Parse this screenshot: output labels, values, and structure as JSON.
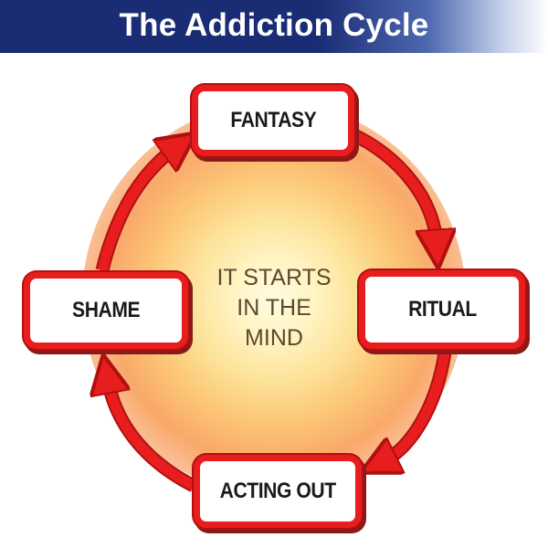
{
  "header": {
    "title": "The Addiction Cycle"
  },
  "cycle": {
    "stages": [
      {
        "id": "fantasy",
        "label": "FANTASY"
      },
      {
        "id": "ritual",
        "label": "RITUAL"
      },
      {
        "id": "acting-out",
        "label": "ACTING OUT"
      },
      {
        "id": "shame",
        "label": "SHAME"
      }
    ],
    "center_lines": [
      "IT STARTS",
      "IN THE",
      "MIND"
    ]
  },
  "colors": {
    "header_bg": "#1a2c74",
    "accent_red": "#e81e1e",
    "glow_center": "#fff6c8",
    "glow_edge": "#f9a96a"
  }
}
